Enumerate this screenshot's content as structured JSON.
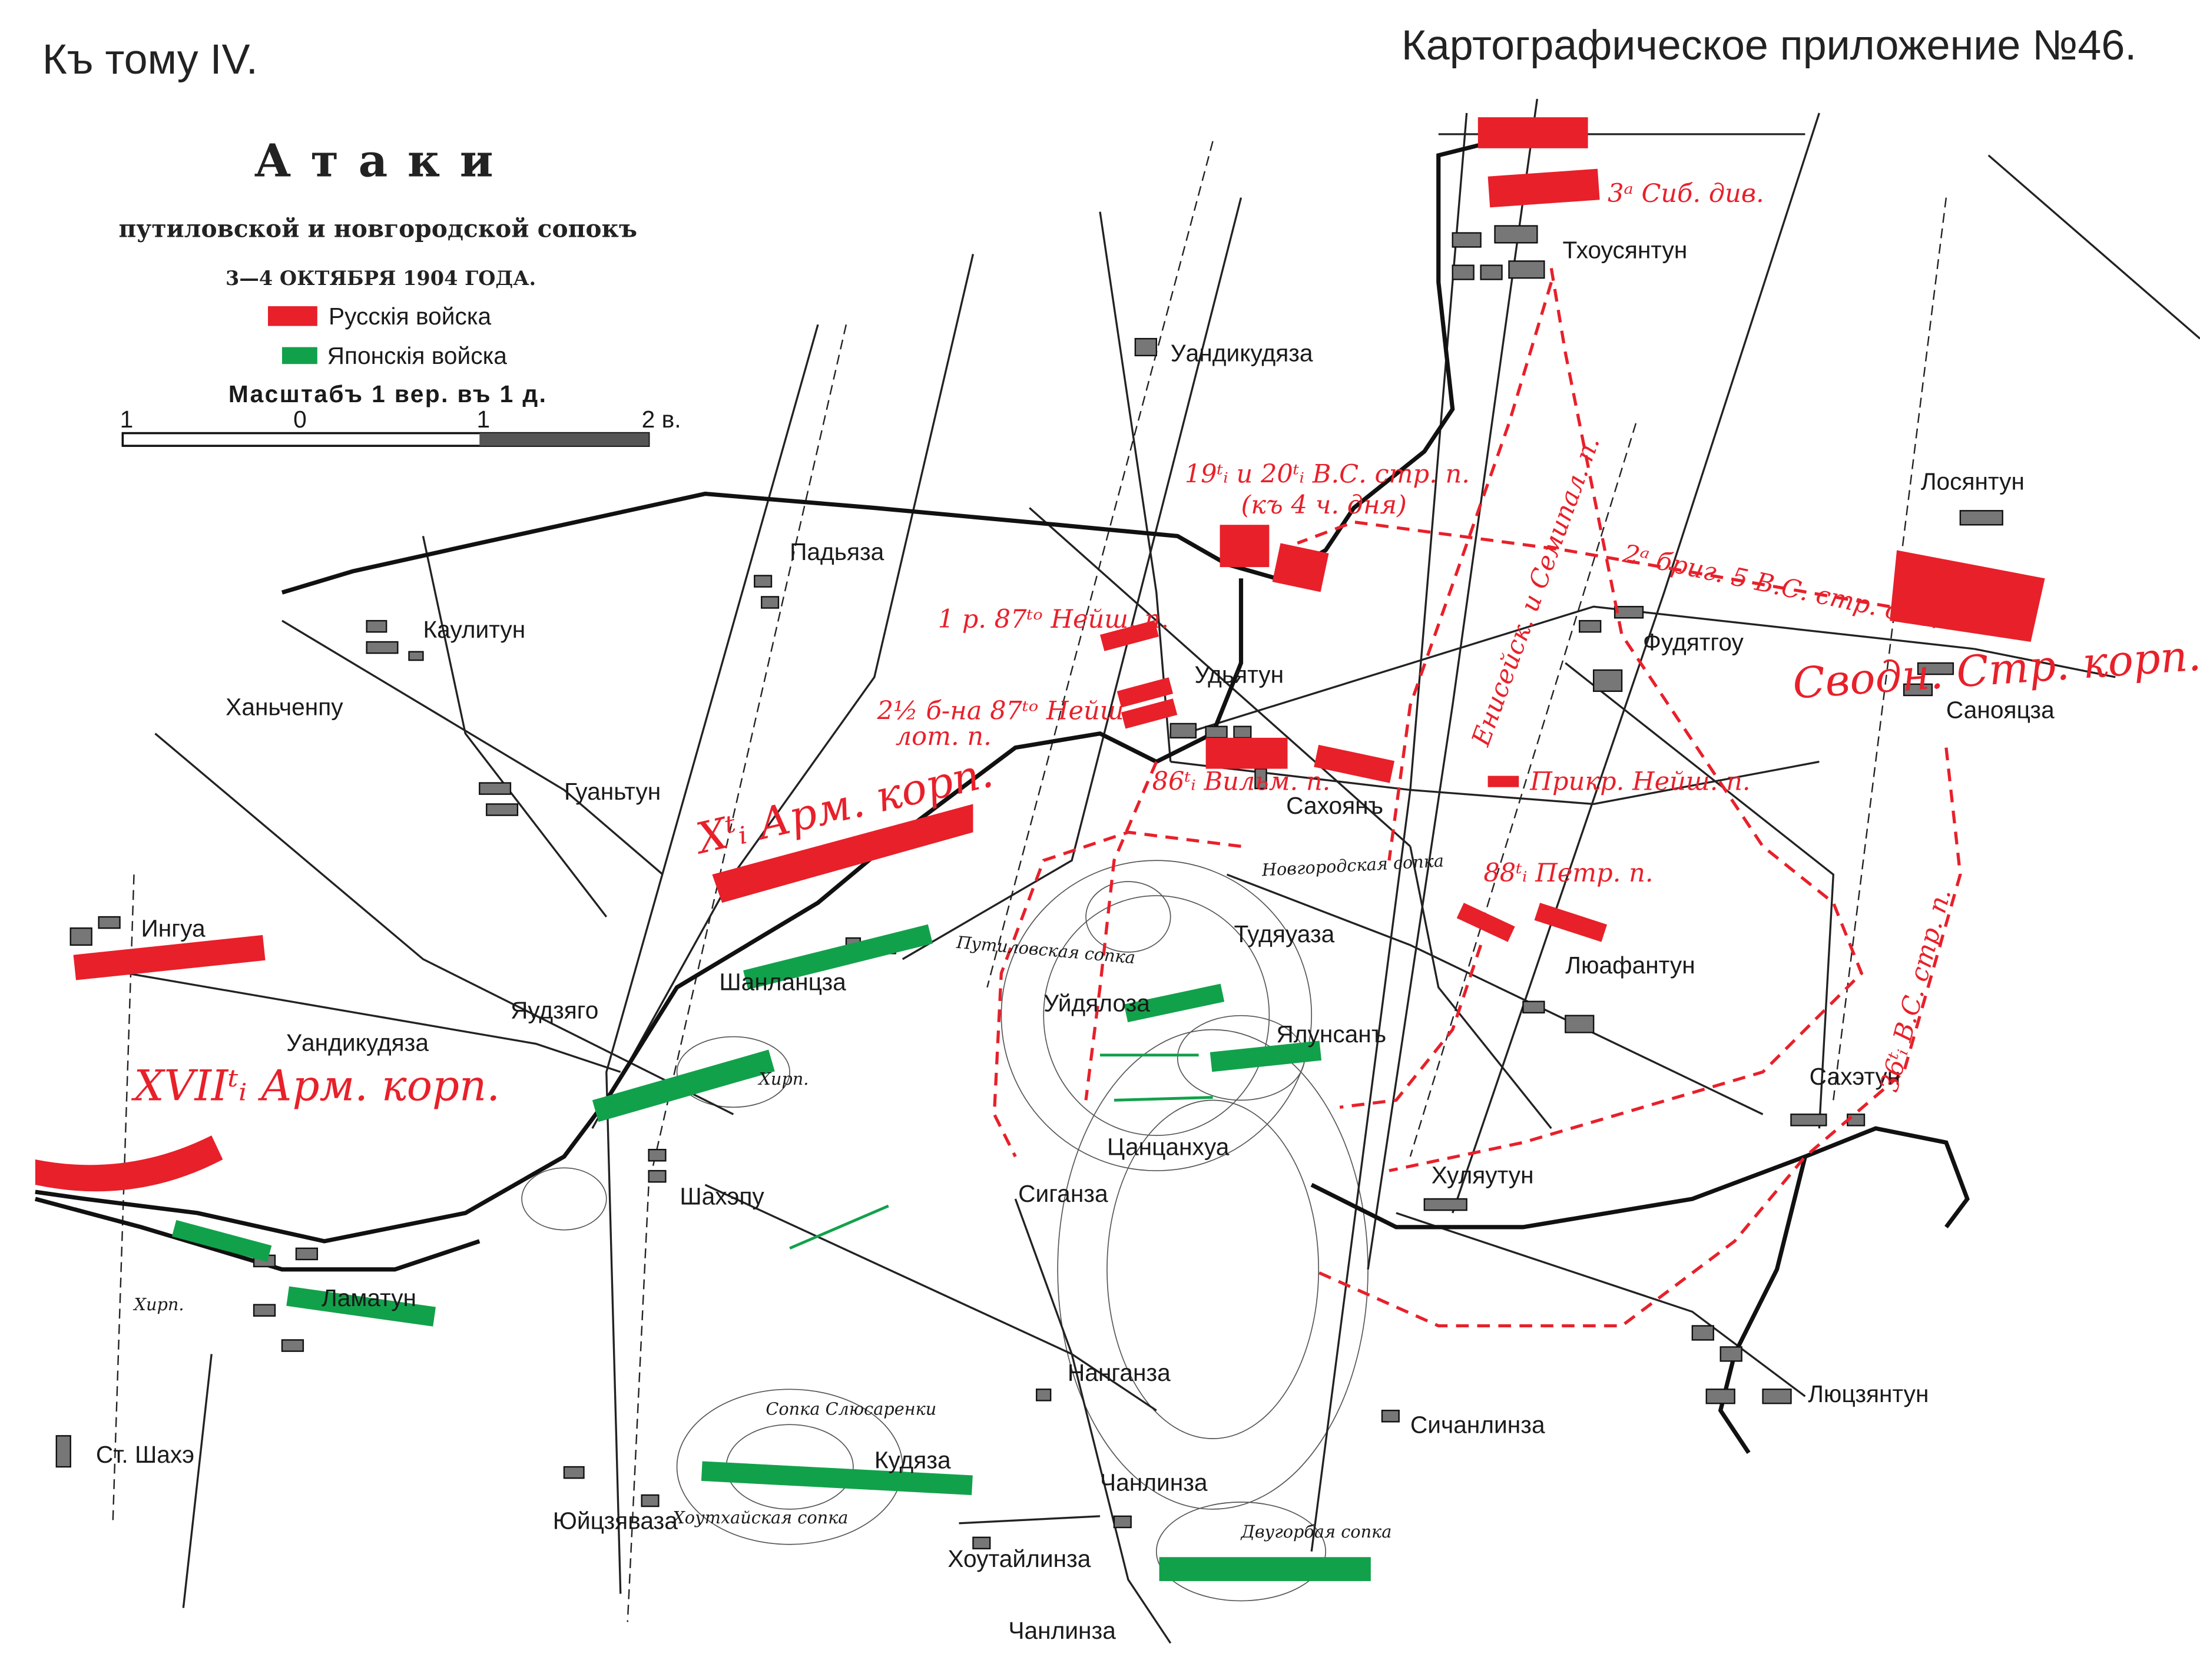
{
  "header": {
    "volume": "Къ тому IV.",
    "appendix": "Картографическое приложение №46."
  },
  "title": {
    "main": "Атаки",
    "subtitle": "путиловской и новгородской сопокъ",
    "date": "3—4 ОКТЯБРЯ 1904 ГОДА."
  },
  "legend": [
    {
      "label": "Русскія войска",
      "color": "#e8202a"
    },
    {
      "label": "Японскія войска",
      "color": "#12a14b"
    }
  ],
  "scale": {
    "label": "Масштабъ 1 вер. въ 1 д.",
    "ticks": [
      "1",
      "0",
      "1",
      "2 в."
    ]
  },
  "villages": [
    "Тхоусянтун",
    "Уандикудяза",
    "Лосянтун",
    "Падьяза",
    "Каулитун",
    "Фудятгоу",
    "Удьятун",
    "Санояцза",
    "Ханьченпу",
    "Гуаньтун",
    "Сахоянъ",
    "Тудяуаза",
    "Ингуа",
    "Шанланцза",
    "Люафантун",
    "Уйдялоза",
    "Уандикудяза",
    "Яудзяго",
    "Ялунсанъ",
    "Сахэтун",
    "Цанцанхуа",
    "Хуляутун",
    "Шахэпу",
    "Сиганза",
    "Ламатун",
    "Нанганза",
    "Люцзянтун",
    "Сичанлинза",
    "Ст. Шахэ",
    "Кудяза",
    "Чанлинза",
    "Юйцзяваза",
    "Хоутайлинза",
    "Чанлинза"
  ],
  "hills": [
    "Новгородская сопка",
    "Путиловская сопка",
    "Хирп.",
    "Хирп.",
    "Сопка Слюсаренки",
    "Хоутхайская сопка",
    "Двугорбая сопка"
  ],
  "units": {
    "u1": "3ᵃ Сиб. див.",
    "u2": "19ᵗᵢ и 20ᵗᵢ В.С. стр. п.",
    "u3": "(къ 4 ч. дня)",
    "u4": "2ᵃ бриг. 5 В.С. стр. див.",
    "u5": "1 р. 87ᵗᵒ Нейш. п.",
    "u6": "2½ б-на 87ᵗᵒ Нейш",
    "u7": "лот. п.",
    "u8": "86ᵗᵢ Вильм. п.",
    "u9": "Прикр. Нейш. п.",
    "u10": "Xᵗᵢ Арм. корп.",
    "u11": "88ᵗᵢ Петр. п.",
    "u12": "Сводн. Стр. корп.",
    "u13": "Енисейск. и Семипал. п.",
    "u14": "36ᵗᵢ В.С. стр. п.",
    "u15": "XVIIᵗᵢ Арм. корп."
  }
}
